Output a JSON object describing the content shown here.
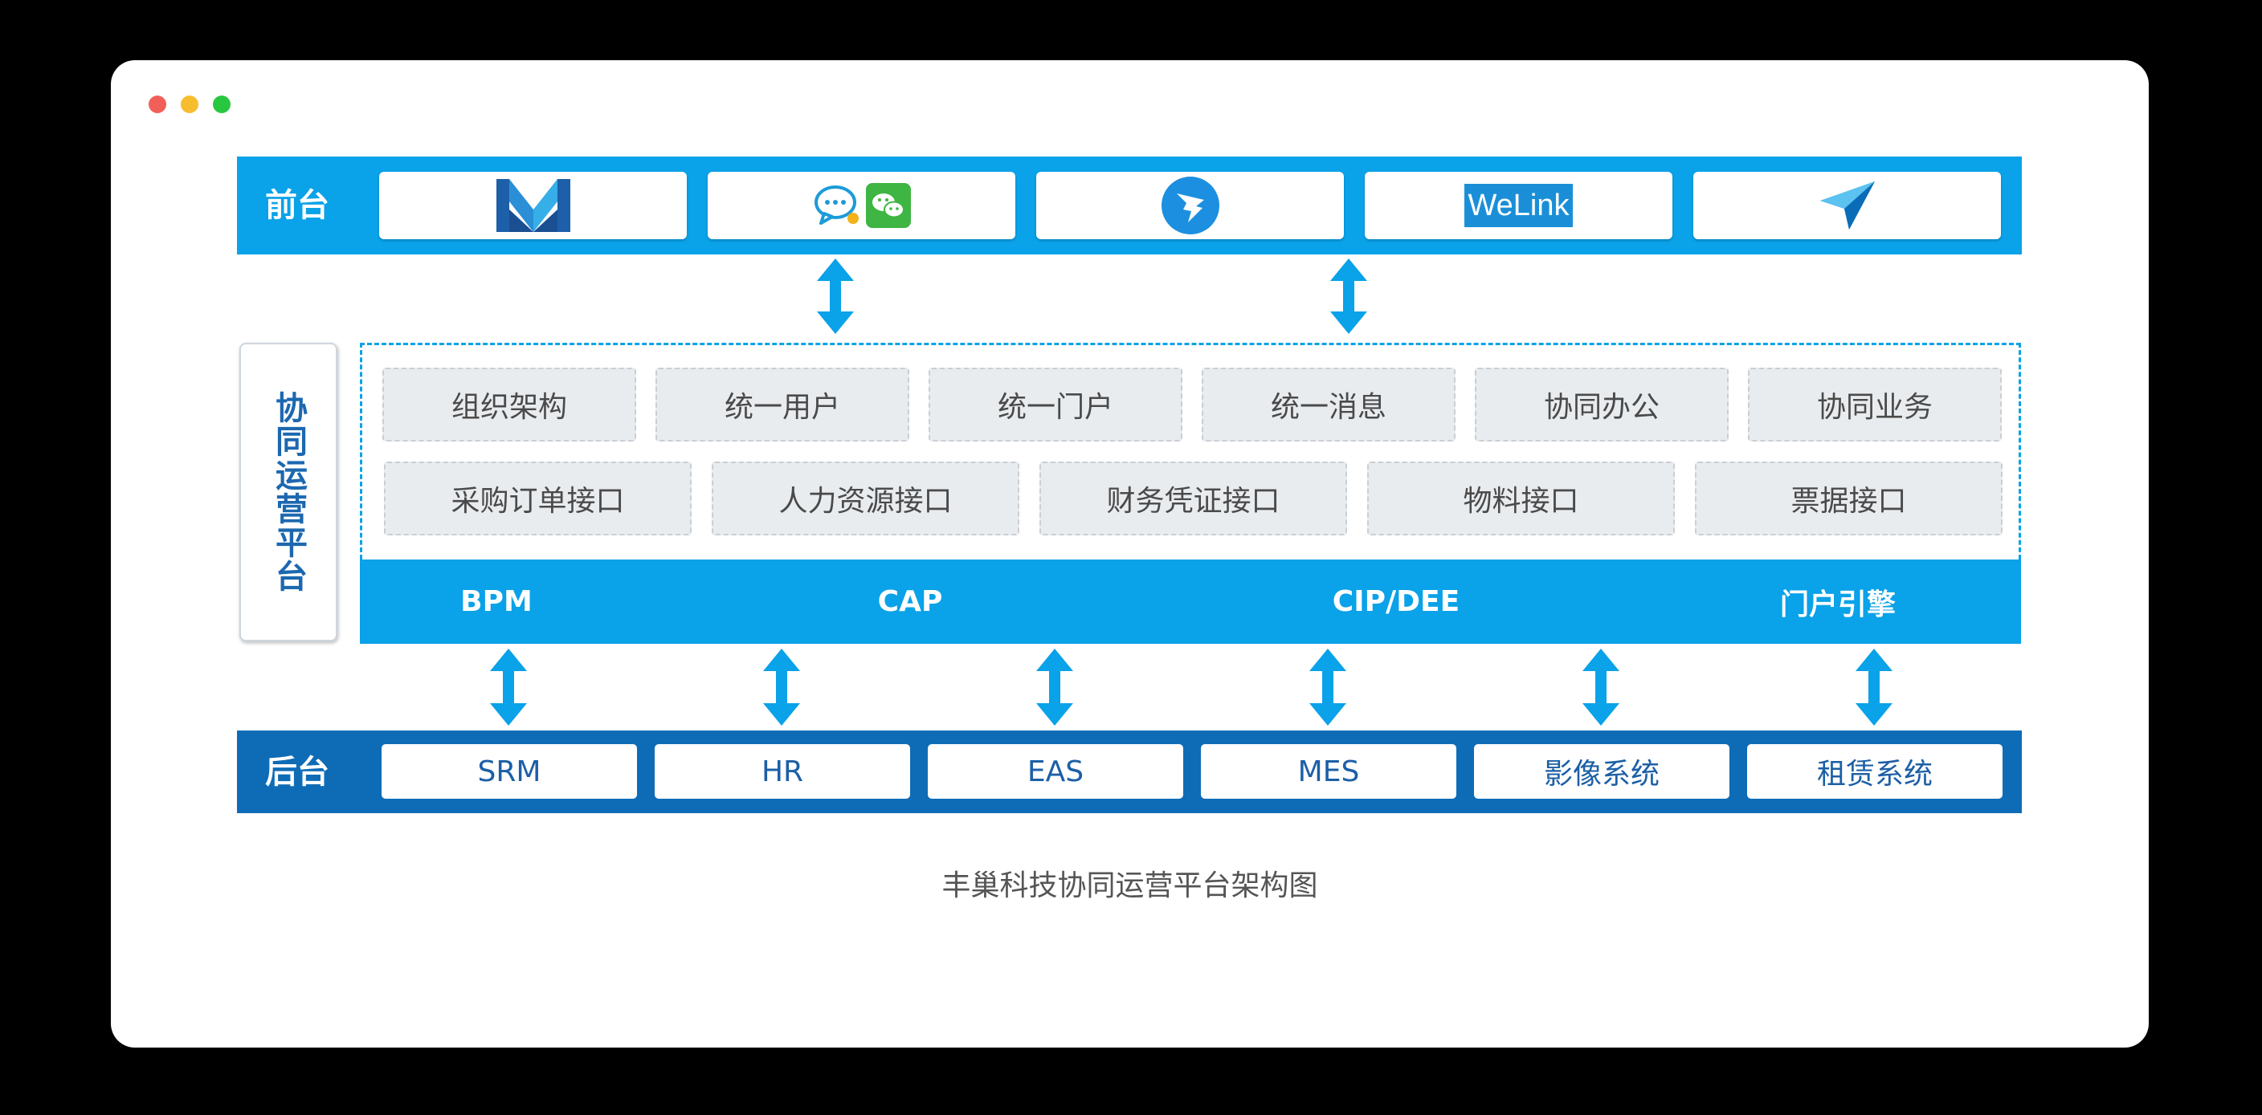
{
  "window_controls": [
    "close",
    "minimize",
    "maximize"
  ],
  "front": {
    "label": "前台",
    "apps": [
      {
        "icon": "m3-logo-icon"
      },
      {
        "icon": "qq-wechat-icon"
      },
      {
        "icon": "dingtalk-icon"
      },
      {
        "icon": "welink-logo-icon",
        "text": "WeLink"
      },
      {
        "icon": "paper-plane-icon"
      }
    ]
  },
  "platform": {
    "label": "协同运营平台",
    "modules_row1": [
      "组织架构",
      "统一用户",
      "统一门户",
      "统一消息",
      "协同办公",
      "协同业务"
    ],
    "modules_row2": [
      "采购订单接口",
      "人力资源接口",
      "财务凭证接口",
      "物料接口",
      "票据接口"
    ],
    "engines": [
      "BPM",
      "CAP",
      "CIP/DEE",
      "门户引擎"
    ]
  },
  "back": {
    "label": "后台",
    "systems": [
      "SRM",
      "HR",
      "EAS",
      "MES",
      "影像系统",
      "租赁系统"
    ]
  },
  "caption": "丰巢科技协同运营平台架构图",
  "colors": {
    "front_bar": "#0aa2e8",
    "back_bar": "#0e6cb7",
    "arrow": "#0aa2e8",
    "platform_label": "#1c68b0"
  }
}
